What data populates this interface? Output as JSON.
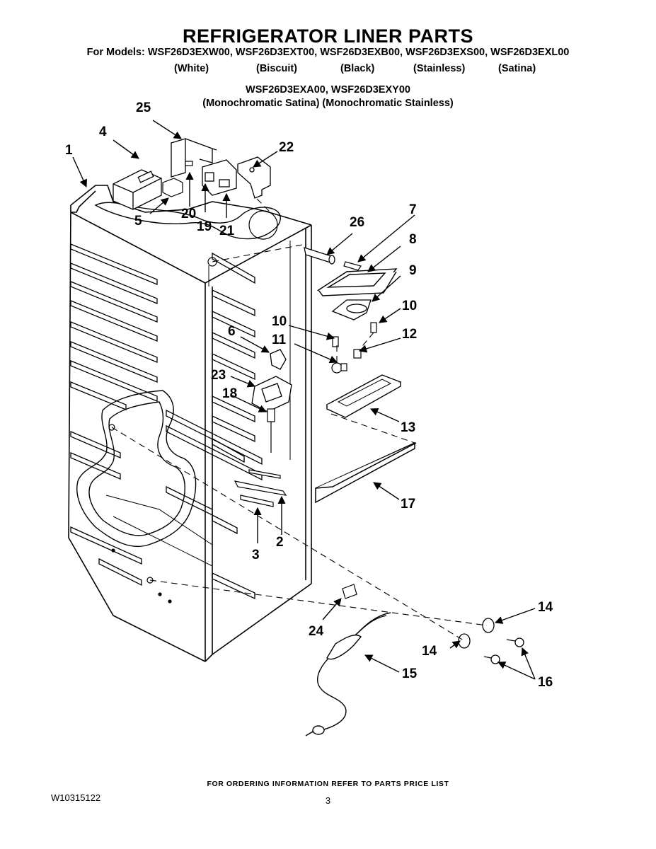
{
  "header": {
    "title": "REFRIGERATOR LINER PARTS",
    "models_line": "For Models: WSF26D3EXW00, WSF26D3EXT00, WSF26D3EXB00, WSF26D3EXS00, WSF26D3EXL00",
    "finishes": [
      "(White)",
      "(Biscuit)",
      "(Black)",
      "(Stainless)",
      "(Satina)"
    ],
    "models_line2": "WSF26D3EXA00, WSF26D3EXY00",
    "finishes_line2": "(Monochromatic Satina) (Monochromatic Stainless)"
  },
  "callouts": [
    "25",
    "4",
    "1",
    "22",
    "5",
    "20",
    "19",
    "21",
    "26",
    "7",
    "8",
    "9",
    "10",
    "10",
    "11",
    "12",
    "6",
    "23",
    "18",
    "13",
    "17",
    "2",
    "3",
    "24",
    "14",
    "14",
    "15",
    "16"
  ],
  "footer": {
    "note": "FOR ORDERING INFORMATION REFER TO PARTS PRICE LIST",
    "doc_number": "W10315122",
    "page": "3"
  }
}
